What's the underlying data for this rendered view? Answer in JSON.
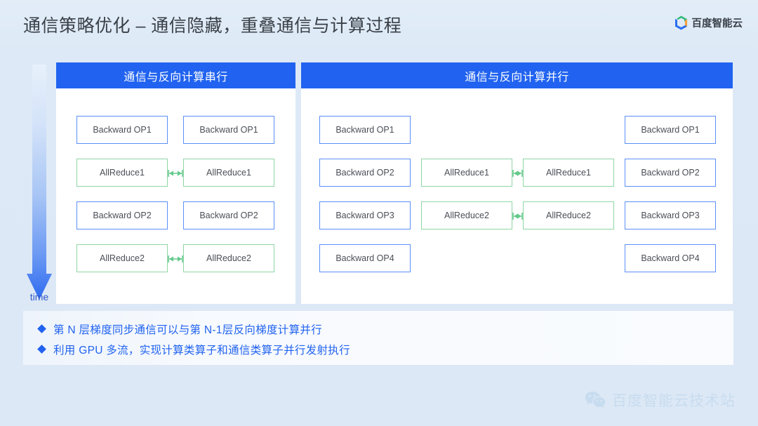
{
  "header": {
    "title": "通信策略优化 – 通信隐藏，重叠通信与计算过程",
    "brand": "百度智能云",
    "logo_icon": "baidu-cloud-hexagon-logo"
  },
  "time_axis": {
    "label": "time",
    "icon": "down-arrow-icon",
    "direction": "down"
  },
  "colors": {
    "page_background": "#dde9f6",
    "panel_header": "#2163f0",
    "compute_border": "#5b8ff9",
    "comm_border": "#8fd6a4",
    "comm_arrow": "#63c98a",
    "bullet_text": "#2163f0",
    "title_text": "#3a4048",
    "watermark_text": "#b9d3ec"
  },
  "panels": [
    {
      "id": "serial",
      "title": "通信与反向计算串行",
      "columns": 2,
      "rows": [
        {
          "cells": [
            {
              "label": "Backward OP1",
              "kind": "compute",
              "col": 0
            },
            {
              "label": "Backward OP1",
              "kind": "compute",
              "col": 1
            }
          ],
          "connector": null
        },
        {
          "cells": [
            {
              "label": "AllReduce1",
              "kind": "comm",
              "col": 0
            },
            {
              "label": "AllReduce1",
              "kind": "comm",
              "col": 1
            }
          ],
          "connector": {
            "from": 0,
            "to": 1,
            "icon": "double-arrow-icon"
          }
        },
        {
          "cells": [
            {
              "label": "Backward OP2",
              "kind": "compute",
              "col": 0
            },
            {
              "label": "Backward OP2",
              "kind": "compute",
              "col": 1
            }
          ],
          "connector": null
        },
        {
          "cells": [
            {
              "label": "AllReduce2",
              "kind": "comm",
              "col": 0
            },
            {
              "label": "AllReduce2",
              "kind": "comm",
              "col": 1
            }
          ],
          "connector": {
            "from": 0,
            "to": 1,
            "icon": "double-arrow-icon"
          }
        }
      ]
    },
    {
      "id": "parallel",
      "title": "通信与反向计算并行",
      "columns": 4,
      "rows": [
        {
          "cells": [
            {
              "label": "Backward OP1",
              "kind": "compute",
              "col": 0
            },
            {
              "label": "Backward OP1",
              "kind": "compute",
              "col": 3
            }
          ],
          "connector": null
        },
        {
          "cells": [
            {
              "label": "Backward OP2",
              "kind": "compute",
              "col": 0
            },
            {
              "label": "AllReduce1",
              "kind": "comm",
              "col": 1
            },
            {
              "label": "AllReduce1",
              "kind": "comm",
              "col": 2
            },
            {
              "label": "Backward OP2",
              "kind": "compute",
              "col": 3
            }
          ],
          "connector": {
            "from": 1,
            "to": 2,
            "icon": "double-arrow-icon"
          }
        },
        {
          "cells": [
            {
              "label": "Backward OP3",
              "kind": "compute",
              "col": 0
            },
            {
              "label": "AllReduce2",
              "kind": "comm",
              "col": 1
            },
            {
              "label": "AllReduce2",
              "kind": "comm",
              "col": 2
            },
            {
              "label": "Backward OP3",
              "kind": "compute",
              "col": 3
            }
          ],
          "connector": {
            "from": 1,
            "to": 2,
            "icon": "double-arrow-icon"
          }
        },
        {
          "cells": [
            {
              "label": "Backward OP4",
              "kind": "compute",
              "col": 0
            },
            {
              "label": "Backward OP4",
              "kind": "compute",
              "col": 3
            }
          ],
          "connector": null
        }
      ]
    }
  ],
  "bullets": [
    {
      "text": "第 N 层梯度同步通信可以与第 N-1层反向梯度计算并行",
      "marker": "diamond-bullet-icon"
    },
    {
      "text": "利用 GPU 多流，实现计算类算子和通信类算子并行发射执行",
      "marker": "diamond-bullet-icon"
    }
  ],
  "watermark": {
    "text": "百度智能云技术站",
    "icon": "wechat-icon"
  }
}
